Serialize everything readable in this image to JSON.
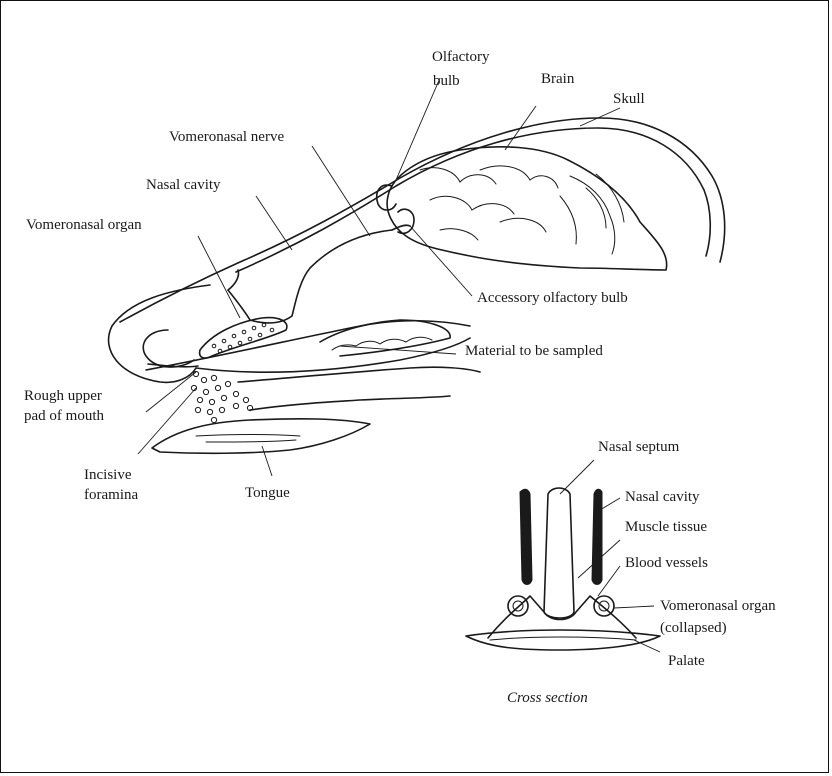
{
  "labels": {
    "olfactory_bulb": [
      "Olfactory",
      "bulb"
    ],
    "brain": "Brain",
    "skull": "Skull",
    "vomeronasal_nerve": "Vomeronasal nerve",
    "nasal_cavity": "Nasal cavity",
    "vomeronasal_organ": "Vomeronasal organ",
    "accessory_olfactory_bulb": "Accessory olfactory bulb",
    "material_to_be_sampled": "Material to be sampled",
    "rough_upper_pad": [
      "Rough upper",
      "pad of mouth"
    ],
    "incisive_foramina": [
      "Incisive",
      "foramina"
    ],
    "tongue": "Tongue"
  },
  "cross_section": {
    "nasal_septum": "Nasal septum",
    "nasal_cavity": "Nasal cavity",
    "muscle_tissue": "Muscle tissue",
    "blood_vessels": "Blood vessels",
    "vomeronasal_organ": [
      "Vomeronasal organ",
      "(collapsed)"
    ],
    "palate": "Palate",
    "caption": "Cross section"
  }
}
